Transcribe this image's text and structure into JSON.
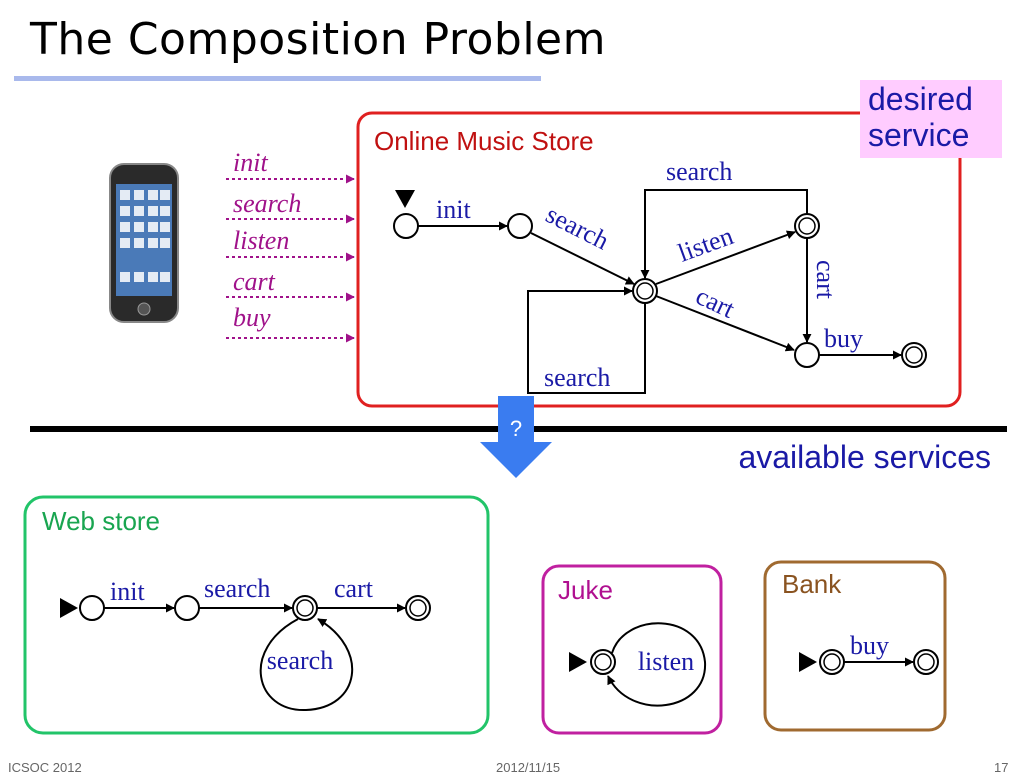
{
  "slide": {
    "title": "The Composition Problem",
    "footer_left": "ICSOC 2012",
    "footer_center": "2012/11/15",
    "footer_right": "17"
  },
  "client": {
    "actions": [
      "init",
      "search",
      "listen",
      "cart",
      "buy"
    ]
  },
  "desired": {
    "tag_line1": "desired",
    "tag_line2": "service",
    "box_title": "Online Music Store",
    "labels": {
      "init": "init",
      "search_diag": "search",
      "listen": "listen",
      "cart_diag": "cart",
      "search_top": "search",
      "cart_vert": "cart",
      "buy": "buy",
      "search_bottom": "search"
    }
  },
  "arrow": {
    "label": "?"
  },
  "available": {
    "label": "available services"
  },
  "services": {
    "web_store": {
      "title": "Web store",
      "init": "init",
      "search": "search",
      "cart": "cart",
      "loop_search": "search"
    },
    "juke": {
      "title": "Juke",
      "listen": "listen"
    },
    "bank": {
      "title": "Bank",
      "buy": "buy"
    }
  },
  "colors": {
    "desired_border": "#e02020",
    "desired_title": "#c01010",
    "tag_bg": "#ffccff",
    "tag_text": "#1a1aa6",
    "action_purple": "#a0128a",
    "label_blue": "#1a1aa6",
    "webstore_border": "#22c469",
    "webstore_title": "#19a550",
    "juke_border": "#c020a0",
    "juke_title": "#b01090",
    "bank_border": "#a06a30",
    "bank_title": "#8a5320",
    "arrow_blue": "#3a7cf0"
  }
}
